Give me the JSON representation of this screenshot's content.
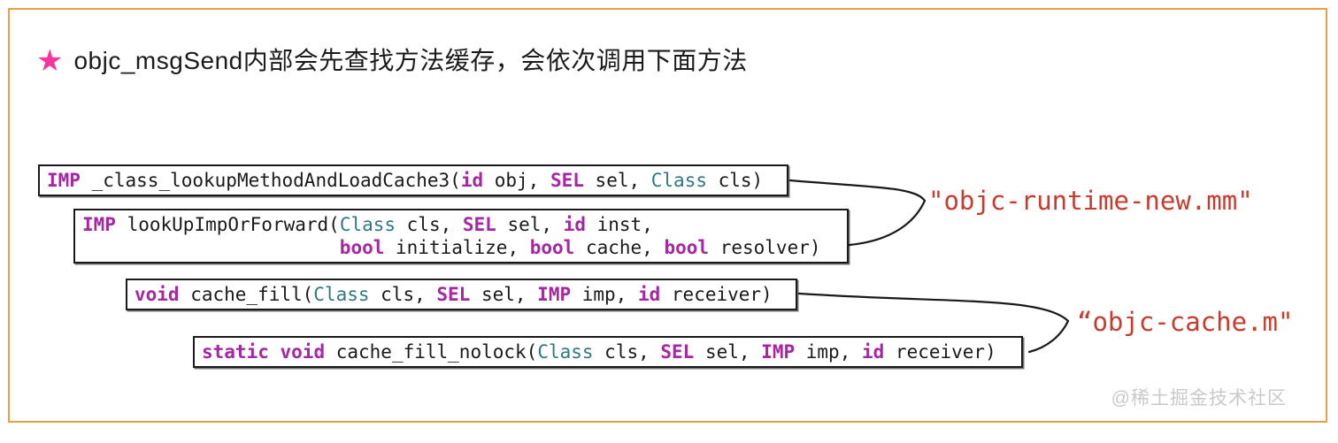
{
  "title": {
    "star_icon": "★",
    "text": "objc_msgSend内部会先查找方法缓存，会依次调用下面方法"
  },
  "colors": {
    "frame_border": "#EAA043",
    "star_pink": "#F7359C",
    "keyword_purple": "#A626A4",
    "class_teal": "#317784",
    "code_text": "#1A1A1A",
    "box_border": "#1A1A1A",
    "file_label_red": "#C93B2D",
    "watermark_gray": "#C9C9C9"
  },
  "code_boxes": [
    {
      "name": "_class_lookupMethodAndLoadCache3",
      "lines": [
        [
          {
            "t": "IMP",
            "c": "kw"
          },
          {
            "t": " _class_lookupMethodAndLoadCache3(",
            "c": "plain"
          },
          {
            "t": "id",
            "c": "kw"
          },
          {
            "t": " obj, ",
            "c": "plain"
          },
          {
            "t": "SEL",
            "c": "kw"
          },
          {
            "t": " sel, ",
            "c": "plain"
          },
          {
            "t": "Class",
            "c": "type"
          },
          {
            "t": " cls)",
            "c": "plain"
          }
        ]
      ]
    },
    {
      "name": "lookUpImpOrForward",
      "lines": [
        [
          {
            "t": "IMP",
            "c": "kw"
          },
          {
            "t": " lookUpImpOrForward(",
            "c": "plain"
          },
          {
            "t": "Class",
            "c": "type"
          },
          {
            "t": " cls, ",
            "c": "plain"
          },
          {
            "t": "SEL",
            "c": "kw"
          },
          {
            "t": " sel, ",
            "c": "plain"
          },
          {
            "t": "id",
            "c": "kw"
          },
          {
            "t": " inst,",
            "c": "plain"
          }
        ],
        [
          {
            "t": "                       ",
            "c": "plain"
          },
          {
            "t": "bool",
            "c": "kw"
          },
          {
            "t": " initialize, ",
            "c": "plain"
          },
          {
            "t": "bool",
            "c": "kw"
          },
          {
            "t": " cache, ",
            "c": "plain"
          },
          {
            "t": "bool",
            "c": "kw"
          },
          {
            "t": " resolver)",
            "c": "plain"
          }
        ]
      ]
    },
    {
      "name": "cache_fill",
      "lines": [
        [
          {
            "t": "void",
            "c": "kw"
          },
          {
            "t": " cache_fill(",
            "c": "plain"
          },
          {
            "t": "Class",
            "c": "type"
          },
          {
            "t": " cls, ",
            "c": "plain"
          },
          {
            "t": "SEL",
            "c": "kw"
          },
          {
            "t": " sel, ",
            "c": "plain"
          },
          {
            "t": "IMP",
            "c": "kw"
          },
          {
            "t": " imp, ",
            "c": "plain"
          },
          {
            "t": "id",
            "c": "kw"
          },
          {
            "t": " receiver)",
            "c": "plain"
          }
        ]
      ]
    },
    {
      "name": "cache_fill_nolock",
      "lines": [
        [
          {
            "t": "static",
            "c": "kw"
          },
          {
            "t": " ",
            "c": "plain"
          },
          {
            "t": "void",
            "c": "kw"
          },
          {
            "t": " cache_fill_nolock(",
            "c": "plain"
          },
          {
            "t": "Class",
            "c": "type"
          },
          {
            "t": " cls, ",
            "c": "plain"
          },
          {
            "t": "SEL",
            "c": "kw"
          },
          {
            "t": " sel, ",
            "c": "plain"
          },
          {
            "t": "IMP",
            "c": "kw"
          },
          {
            "t": " imp, ",
            "c": "plain"
          },
          {
            "t": "id",
            "c": "kw"
          },
          {
            "t": " receiver)",
            "c": "plain"
          }
        ]
      ]
    }
  ],
  "file_labels": [
    {
      "text": "\"objc-runtime-new.mm\""
    },
    {
      "text": "“objc-cache.m\""
    }
  ],
  "watermark": {
    "text": "@稀土掘金技术社区"
  }
}
